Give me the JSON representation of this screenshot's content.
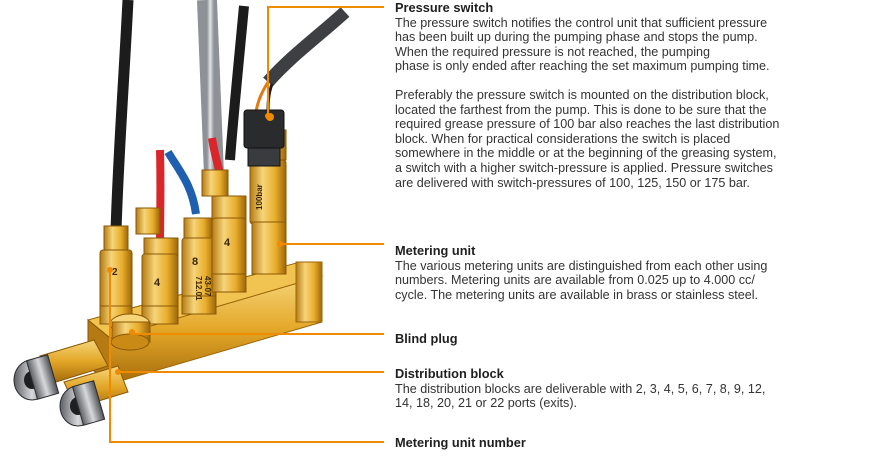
{
  "colors": {
    "leader": "#f08a00",
    "brass": "#e8ad2b",
    "brass_dark": "#b57a12",
    "brass_light": "#f6d57a",
    "hose_black": "#1c1c1c",
    "hose_gray": "#b9bcc0",
    "hose_red": "#d8262b",
    "hose_blue": "#1f5fb0",
    "text": "#333333"
  },
  "illustration": {
    "tag_1": "2",
    "tag_2": "4",
    "tag_3": "8",
    "tag_4": "4",
    "stamp_line1": "712.01",
    "stamp_line2": "43-07",
    "switch_label": "100bar"
  },
  "annotations": {
    "pressure_switch": {
      "title": "Pressure switch",
      "p1": [
        "The pressure switch notifies the control unit that sufficient pressure",
        "has been built up during the pumping phase and stops the pump.",
        "When the required pressure is not reached, the pumping",
        "phase is only ended after reaching the set maximum pumping time."
      ],
      "p2": [
        "Preferably the pressure switch is mounted on the distribution block,",
        "located the farthest from the pump. This is done to be sure that the",
        "required grease pressure of 100 bar also reaches the last distribution",
        "block. When for practical considerations the switch is placed",
        "somewhere in the middle or at the beginning of the greasing system,",
        "a switch with a higher switch-pressure is applied. Pressure switches",
        "are delivered with switch-pressures of 100, 125, 150 or 175 bar."
      ]
    },
    "metering_unit": {
      "title": "Metering unit",
      "p1": [
        "The various metering units are distinguished from each other using",
        "numbers. Metering units are available from 0.025 up to 4.000 cc/",
        "cycle. The metering units are available in brass or stainless steel."
      ]
    },
    "blind_plug": {
      "title": "Blind plug"
    },
    "distribution_block": {
      "title": "Distribution block",
      "p1": [
        "The distribution blocks are deliverable with 2, 3, 4, 5, 6, 7, 8, 9, 12,",
        "14, 18, 20, 21 or 22 ports (exits)."
      ]
    },
    "metering_unit_number": {
      "title": "Metering unit number"
    }
  }
}
